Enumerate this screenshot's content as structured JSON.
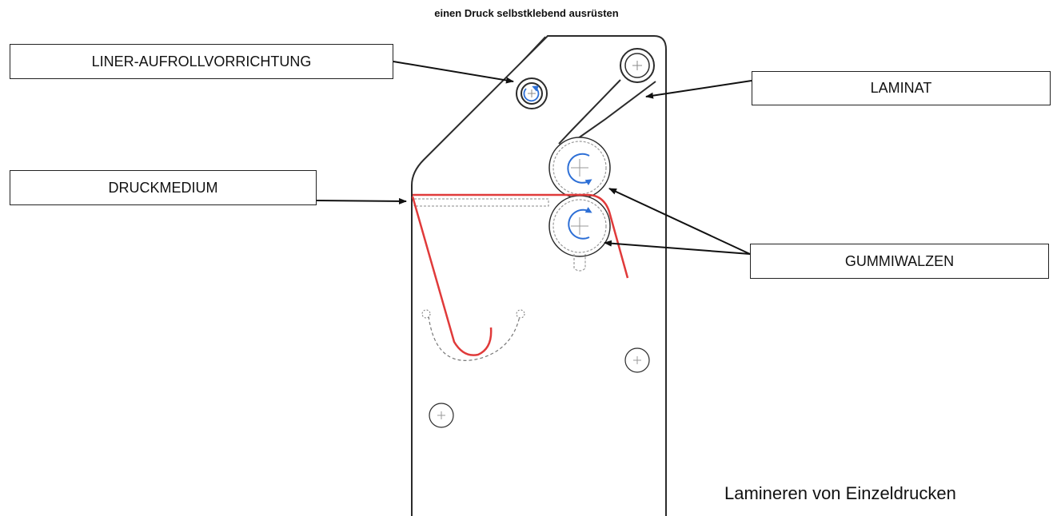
{
  "title": "einen Druck selbstklebend ausrüsten",
  "labels": {
    "liner": "LINER-AUFROLLVORRICHTUNG",
    "laminat": "LAMINAT",
    "druckmedium": "DRUCKMEDIUM",
    "gummiwalzen": "GUMMIWALZEN"
  },
  "caption": "Lamineren von Einzeldrucken",
  "colors": {
    "outline": "#2b2b2b",
    "media": "#e03a3a",
    "rotation": "#2d6fd6",
    "hidden": "#888888"
  }
}
